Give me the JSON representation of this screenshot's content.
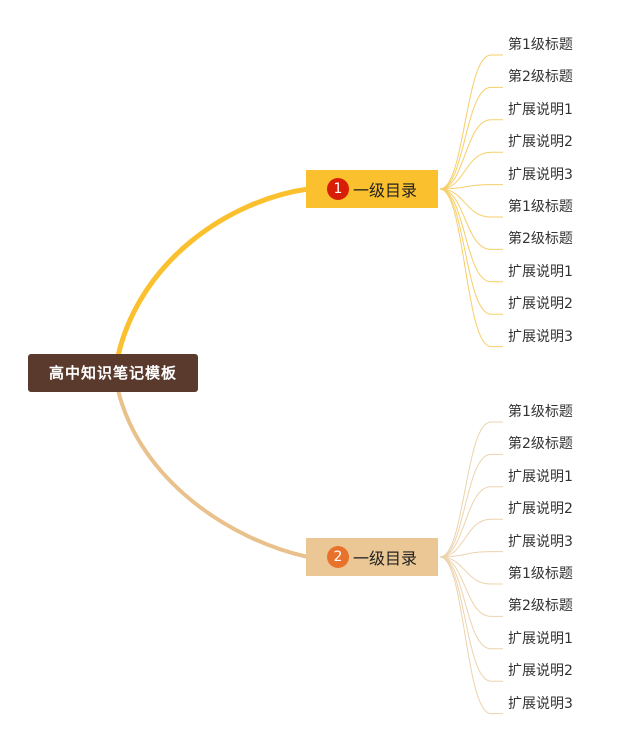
{
  "root": {
    "label": "高中知识笔记模板"
  },
  "colors": {
    "root_bg": "#5b3a2e",
    "branch_1": "#fbc02d",
    "branch_1_badge": "#d81e06",
    "branch_2": "#eac795",
    "branch_2_badge": "#e8712c"
  },
  "branches": [
    {
      "number": "1",
      "label": "一级目录",
      "children": [
        "第1级标题",
        "第2级标题",
        "扩展说明1",
        "扩展说明2",
        "扩展说明3",
        "第1级标题",
        "第2级标题",
        "扩展说明1",
        "扩展说明2",
        "扩展说明3"
      ]
    },
    {
      "number": "2",
      "label": "一级目录",
      "children": [
        "第1级标题",
        "第2级标题",
        "扩展说明1",
        "扩展说明2",
        "扩展说明3",
        "第1级标题",
        "第2级标题",
        "扩展说明1",
        "扩展说明2",
        "扩展说明3"
      ]
    }
  ]
}
